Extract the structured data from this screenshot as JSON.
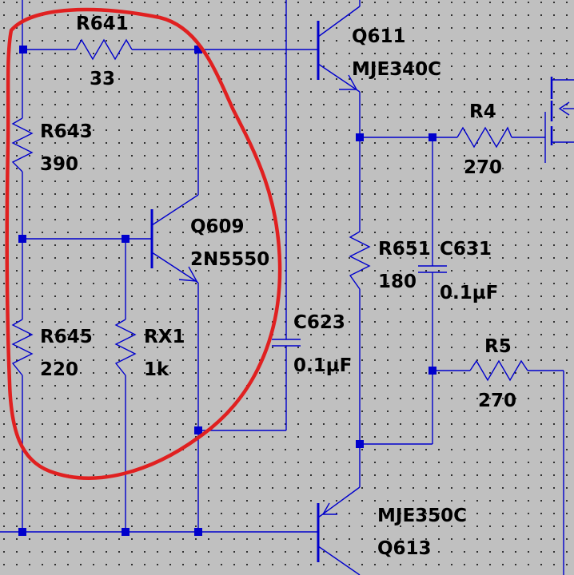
{
  "colors": {
    "background": "#c0c0c0",
    "grid_dot": "#303030",
    "wire": "#0000cc",
    "label": "#000000",
    "annotation": "#e02020"
  },
  "components": {
    "r641": {
      "ref": "R641",
      "value": "33"
    },
    "r643": {
      "ref": "R643",
      "value": "390"
    },
    "r645": {
      "ref": "R645",
      "value": "220"
    },
    "rx1": {
      "ref": "RX1",
      "value": "1k"
    },
    "q609": {
      "ref": "Q609",
      "value": "2N5550"
    },
    "q611": {
      "ref": "Q611",
      "value": "MJE340C"
    },
    "q613": {
      "ref": "Q613",
      "value": "MJE350C"
    },
    "c623": {
      "ref": "C623",
      "value": "0.1µF"
    },
    "r651": {
      "ref": "R651",
      "value": "180"
    },
    "c631": {
      "ref": "C631",
      "value": "0.1µF"
    },
    "r4": {
      "ref": "R4",
      "value": "270"
    },
    "r5": {
      "ref": "R5",
      "value": "270"
    }
  }
}
